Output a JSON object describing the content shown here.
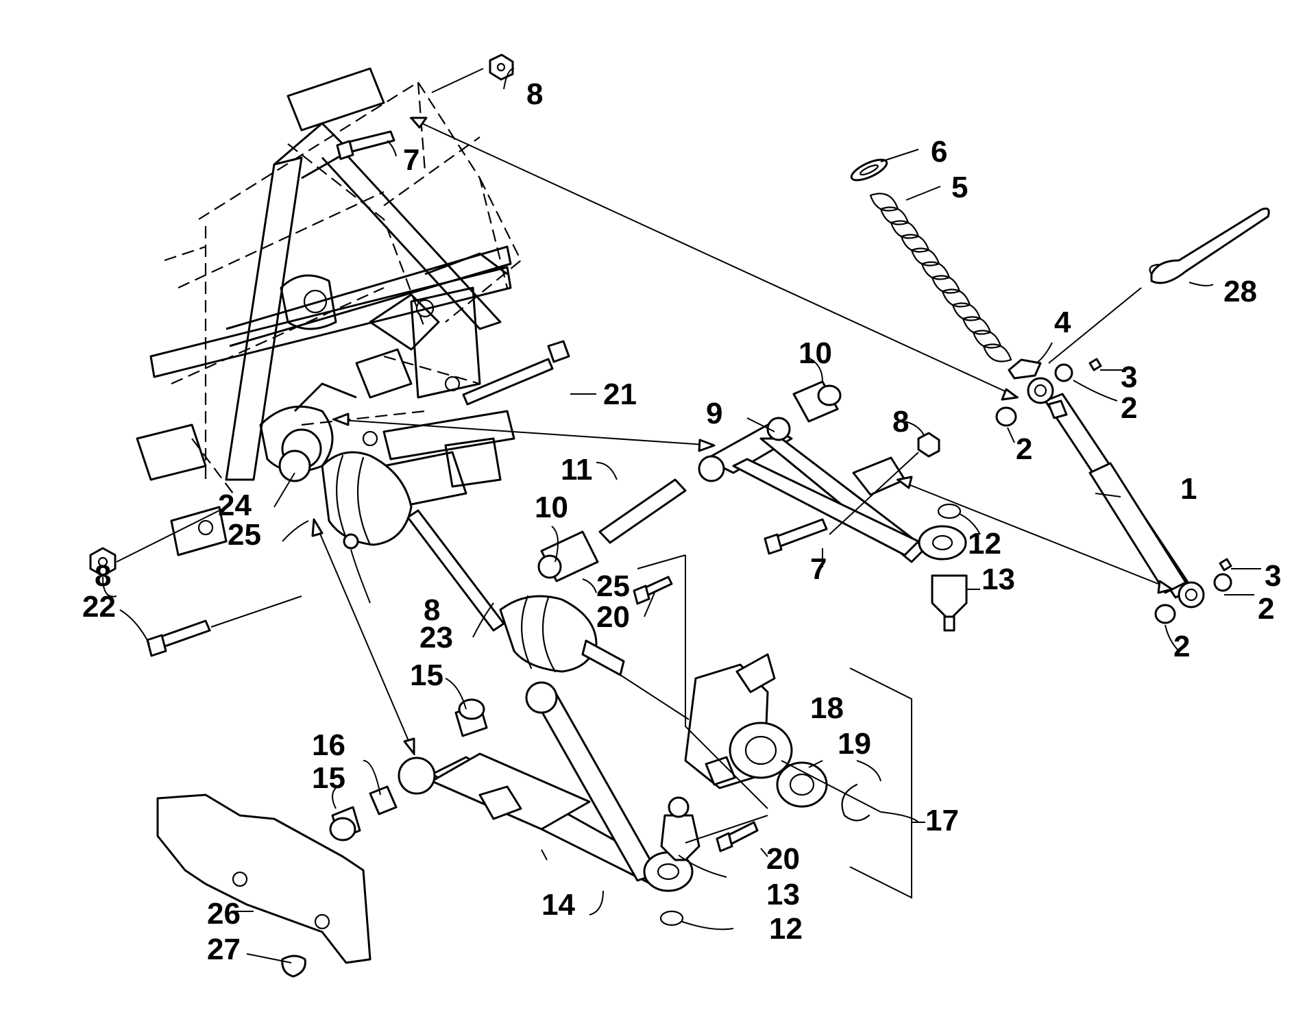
{
  "callouts": [
    {
      "id": "c8a",
      "text": "8"
    },
    {
      "id": "c7a",
      "text": "7"
    },
    {
      "id": "c6",
      "text": "6"
    },
    {
      "id": "c5",
      "text": "5"
    },
    {
      "id": "c28",
      "text": "28"
    },
    {
      "id": "c4",
      "text": "4"
    },
    {
      "id": "c3a",
      "text": "3"
    },
    {
      "id": "c2a",
      "text": "2"
    },
    {
      "id": "c2b",
      "text": "2"
    },
    {
      "id": "c21",
      "text": "21"
    },
    {
      "id": "c10a",
      "text": "10"
    },
    {
      "id": "c9",
      "text": "9"
    },
    {
      "id": "c8b",
      "text": "8"
    },
    {
      "id": "c11",
      "text": "11"
    },
    {
      "id": "c10b",
      "text": "10"
    },
    {
      "id": "c1",
      "text": "1"
    },
    {
      "id": "c12a",
      "text": "12"
    },
    {
      "id": "c7b",
      "text": "7"
    },
    {
      "id": "c13a",
      "text": "13"
    },
    {
      "id": "c3b",
      "text": "3"
    },
    {
      "id": "c2c",
      "text": "2"
    },
    {
      "id": "c2d",
      "text": "2"
    },
    {
      "id": "c24",
      "text": "24"
    },
    {
      "id": "c25a",
      "text": "25"
    },
    {
      "id": "c8c",
      "text": "8"
    },
    {
      "id": "c22",
      "text": "22"
    },
    {
      "id": "c8d",
      "text": "8"
    },
    {
      "id": "c25b",
      "text": "25"
    },
    {
      "id": "c20a",
      "text": "20"
    },
    {
      "id": "c23",
      "text": "23"
    },
    {
      "id": "c15a",
      "text": "15"
    },
    {
      "id": "c18",
      "text": "18"
    },
    {
      "id": "c19",
      "text": "19"
    },
    {
      "id": "c16",
      "text": "16"
    },
    {
      "id": "c15b",
      "text": "15"
    },
    {
      "id": "c17",
      "text": "17"
    },
    {
      "id": "c20b",
      "text": "20"
    },
    {
      "id": "c13b",
      "text": "13"
    },
    {
      "id": "c14",
      "text": "14"
    },
    {
      "id": "c26",
      "text": "26"
    },
    {
      "id": "c12b",
      "text": "12"
    },
    {
      "id": "c27",
      "text": "27"
    }
  ]
}
